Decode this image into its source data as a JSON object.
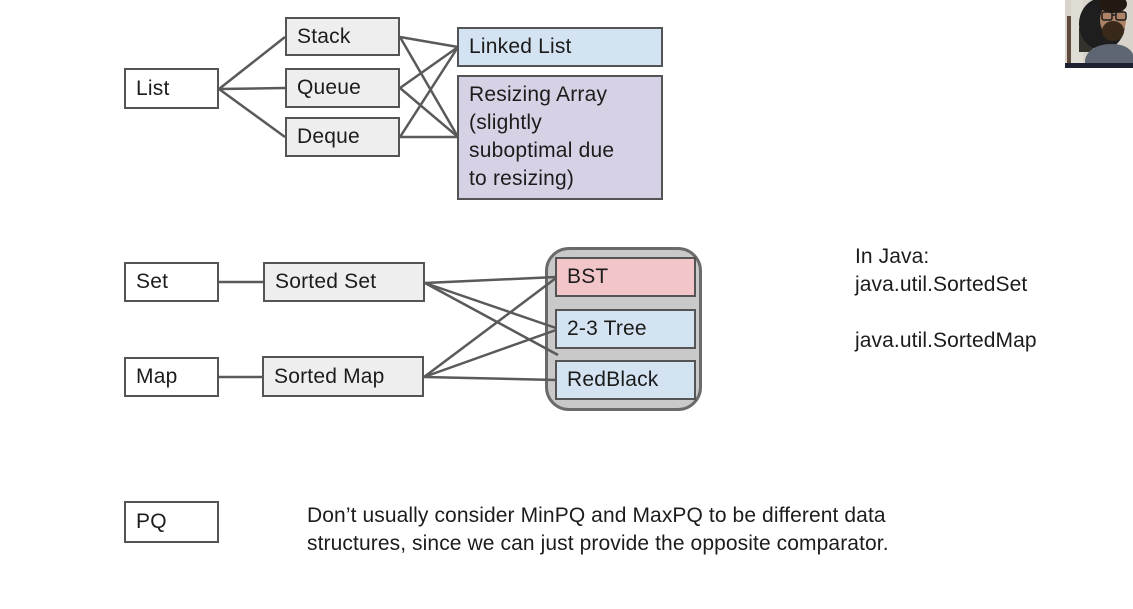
{
  "colors": {
    "text": "#1c1c1c",
    "border": "#545454",
    "line": "#5a5a5a",
    "fill_white": "#ffffff",
    "fill_gray": "#eeeeee",
    "fill_blue": "#d4e3f1",
    "fill_purple": "#d6d1e4",
    "fill_pink": "#f2c6c9",
    "container_gray": "#c9c9c9",
    "container_border": "#6a6a6a"
  },
  "list_group": {
    "list": "List",
    "abstractions": [
      "Stack",
      "Queue",
      "Deque"
    ],
    "linked_list": "Linked List",
    "resizing_array": "Resizing Array\n(slightly\nsuboptimal due\nto resizing)"
  },
  "set_map_group": {
    "set": "Set",
    "sorted_set": "Sorted Set",
    "map": "Map",
    "sorted_map": "Sorted Map",
    "implementations": [
      "BST",
      "2-3 Tree",
      "RedBlack"
    ]
  },
  "pq_group": {
    "pq": "PQ",
    "note": "Don’t usually consider MinPQ and MaxPQ to be different data\nstructures, since we can just provide the opposite comparator."
  },
  "java_note": {
    "text": "In Java:\njava.util.SortedSet\n\njava.util.SortedMap"
  }
}
